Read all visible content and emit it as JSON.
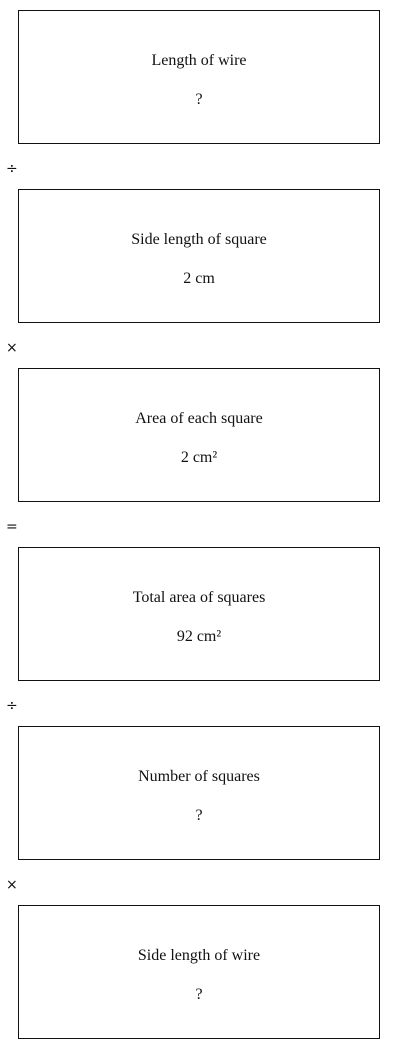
{
  "diagram": {
    "boxes": [
      {
        "label": "Length of wire",
        "value": "?"
      },
      {
        "label": "Side length of square",
        "value": "2 cm"
      },
      {
        "label": "Area of each square",
        "value": "2 cm²"
      },
      {
        "label": "Total area of squares",
        "value": "92 cm²"
      },
      {
        "label": "Number of squares",
        "value": "?"
      },
      {
        "label": "Side length of wire",
        "value": "?"
      }
    ],
    "operators": [
      "÷",
      "×",
      "=",
      "÷",
      "×"
    ]
  }
}
